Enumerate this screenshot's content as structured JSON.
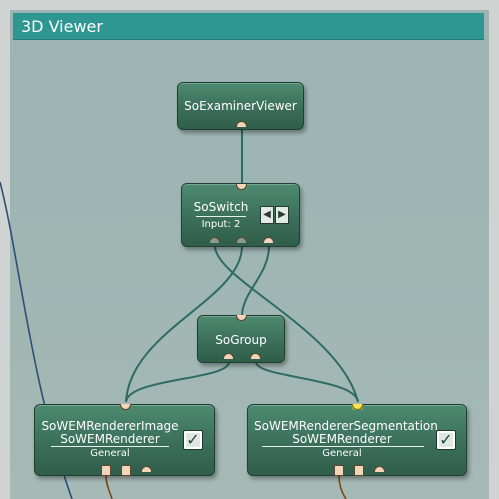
{
  "window": {
    "title": "3D Viewer"
  },
  "nodes": {
    "examiner": {
      "name": "SoExaminerViewer"
    },
    "switch": {
      "name": "SoSwitch",
      "field_label": "Input:",
      "field_value": "2",
      "prev_icon": "triangle-left-icon",
      "next_icon": "triangle-right-icon"
    },
    "group": {
      "name": "SoGroup"
    },
    "renderer_image": {
      "name": "SoWEMRendererImage",
      "type": "SoWEMRenderer",
      "category": "General",
      "checked": true
    },
    "renderer_seg": {
      "name": "SoWEMRendererSegmentation",
      "type": "SoWEMRenderer",
      "category": "General",
      "checked": true
    }
  },
  "glyphs": {
    "check": "✓",
    "left": "◀",
    "right": "▶"
  },
  "colors": {
    "title_bar": "#2f9791",
    "node_body": "#3b6f59",
    "connection": "#2e6b63",
    "port": "#f3d5b8",
    "selected_port": "#ffe44d",
    "external_wire_blue": "#2d4f7a",
    "external_wire_brown": "#7a4a1c"
  }
}
